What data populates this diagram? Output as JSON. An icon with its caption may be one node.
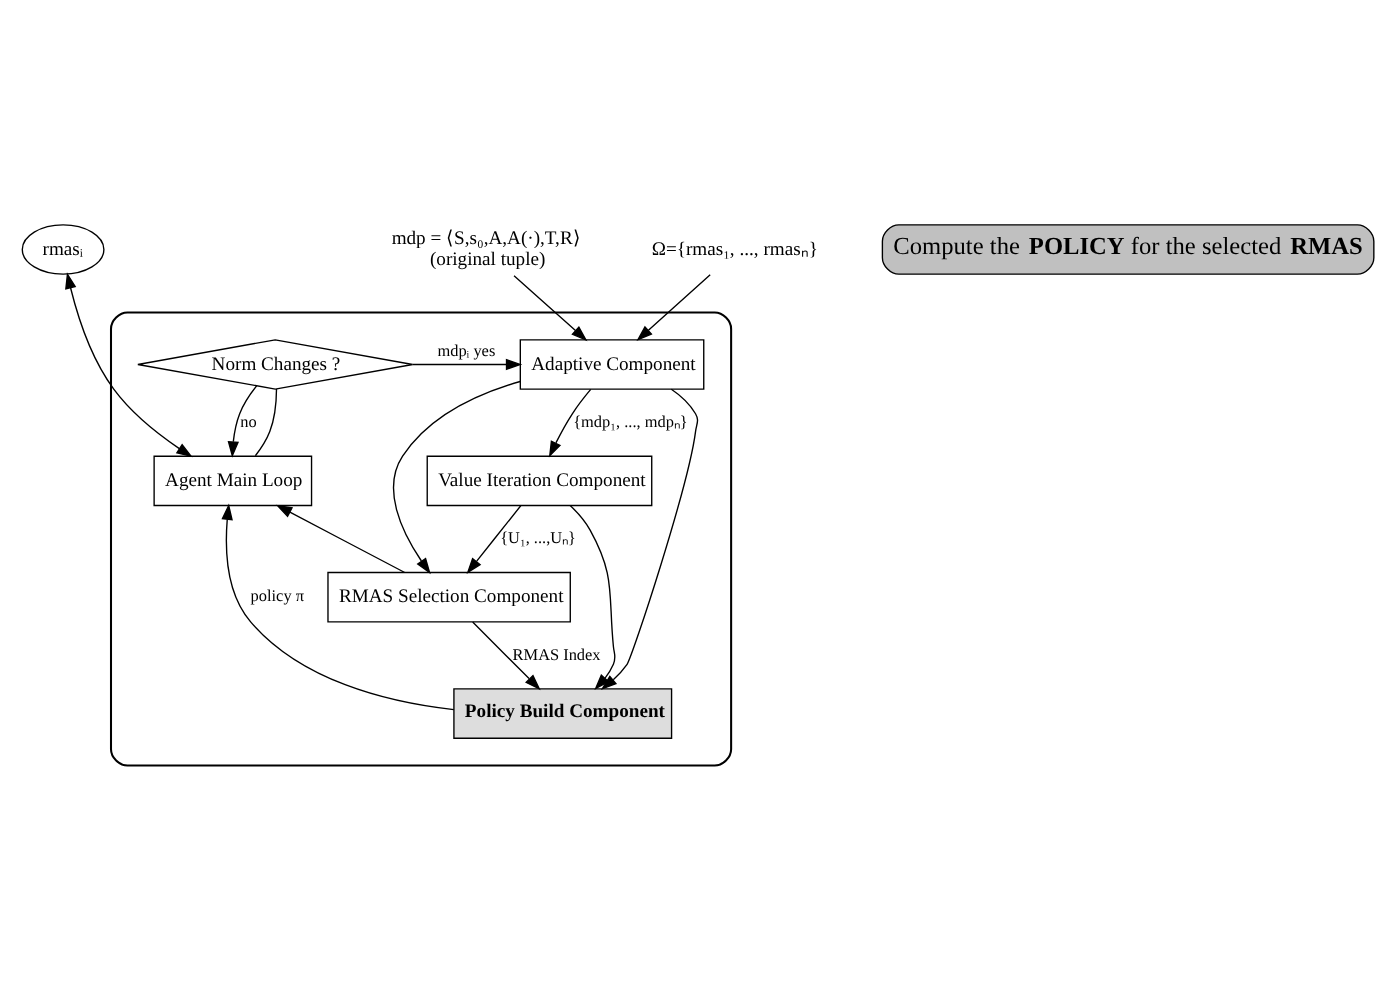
{
  "diagram": {
    "nodes": [
      {
        "text": [],
        "shape": "box"
      },
      {
        "text": [
          "mdp = ⟨S,s₀,A,A(·),T,R⟩",
          "(original tuple)"
        ]
      },
      {
        "text": [
          "Ω={rmas₁, ..., rmasₙ}"
        ]
      },
      {
        "text": [
          "rmasᵢ"
        ]
      },
      {
        "text": [
          "Adaptive Component"
        ],
        "in": 0
      },
      {
        "text": [
          "Norm Changes ?"
        ],
        "in": 0
      },
      {
        "text": [
          "Agent Main Loop"
        ],
        "in": 0
      },
      {
        "text": [
          "Value Iteration Component"
        ],
        "in": 0
      },
      {
        "text": [
          "Policy Build Component"
        ],
        "in": 0
      },
      {
        "text": [
          "RMAS Selection Component"
        ],
        "in": 0
      },
      {
        "text": [
          "Compute the **POLICY** for the selected **RMAS**"
        ]
      }
    ],
    "edges": [
      {
        "from": 1,
        "to": 4,
        "arrow": "to"
      },
      {
        "from": 2,
        "to": 4,
        "arrow": "to"
      },
      {
        "from": 3,
        "to": 6,
        "arrow": "both"
      },
      {
        "from": 5,
        "to": 4,
        "arrow": "to",
        "label": "mdpᵢ yes"
      },
      {
        "from": 6,
        "to": 5,
        "arrow": "none"
      },
      {
        "from": 5,
        "to": 6,
        "arrow": "to",
        "label": "no"
      },
      {
        "from": 4,
        "to": 7,
        "arrow": "to",
        "label": "{mdp₁, ..., mdpₙ}"
      },
      {
        "from": 4,
        "to": 8,
        "arrow": "to"
      },
      {
        "from": 4,
        "to": 9,
        "arrow": "to"
      },
      {
        "from": 7,
        "to": 9,
        "arrow": "to",
        "label": "{U₁, ...,Uₙ}"
      },
      {
        "from": 7,
        "to": 8,
        "arrow": "to"
      },
      {
        "from": 8,
        "to": 6,
        "arrow": "to",
        "label": "policy π"
      },
      {
        "from": 9,
        "to": 8,
        "arrow": "to",
        "label": "RMAS Index"
      },
      {
        "from": 9,
        "to": 6,
        "arrow": "to"
      }
    ]
  }
}
